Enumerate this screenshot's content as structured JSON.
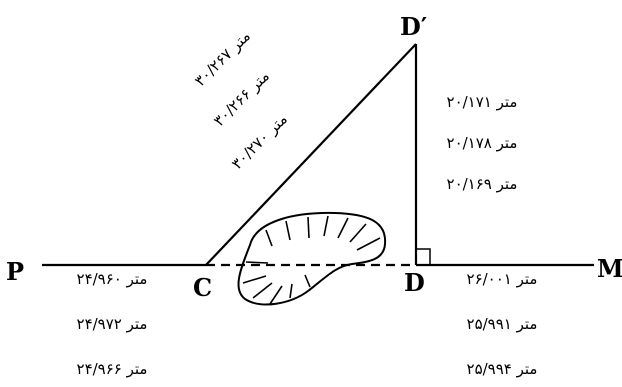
{
  "points": {
    "p": "P",
    "c": "C",
    "d": "D",
    "m": "M",
    "d_prime": "D′"
  },
  "measurements": {
    "dd_prime": [
      "۲۰/۱۷۱ متر",
      "۲۰/۱۷۸ متر",
      "۲۰/۱۶۹ متر"
    ],
    "cd_prime": [
      "۳۰/۲۶۷ متر",
      "۳۰/۲۶۶ متر",
      "۳۰/۲۷۰ متر"
    ],
    "pc": [
      "۲۴/۹۶۰ متر",
      "۲۴/۹۷۲ متر",
      "۲۴/۹۶۶ متر"
    ],
    "dm": [
      "۲۶/۰۰۱ متر",
      "۲۵/۹۹۱ متر",
      "۲۵/۹۹۴ متر"
    ]
  }
}
